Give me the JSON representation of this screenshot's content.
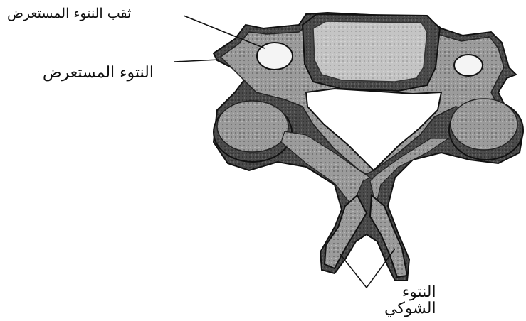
{
  "labels": {
    "transverse_foramen": "ثقب النتوء المستعرض",
    "transverse_process": "النتوء المستعرض",
    "spinous_process": {
      "line1": "النتوء",
      "line2": "الشوكي"
    }
  },
  "colors": {
    "bone_dark": "#2a2a2a",
    "bone_mid": "#6e6e6e",
    "bone_light": "#b8b8b8",
    "background": "#ffffff",
    "ink": "#111111"
  }
}
